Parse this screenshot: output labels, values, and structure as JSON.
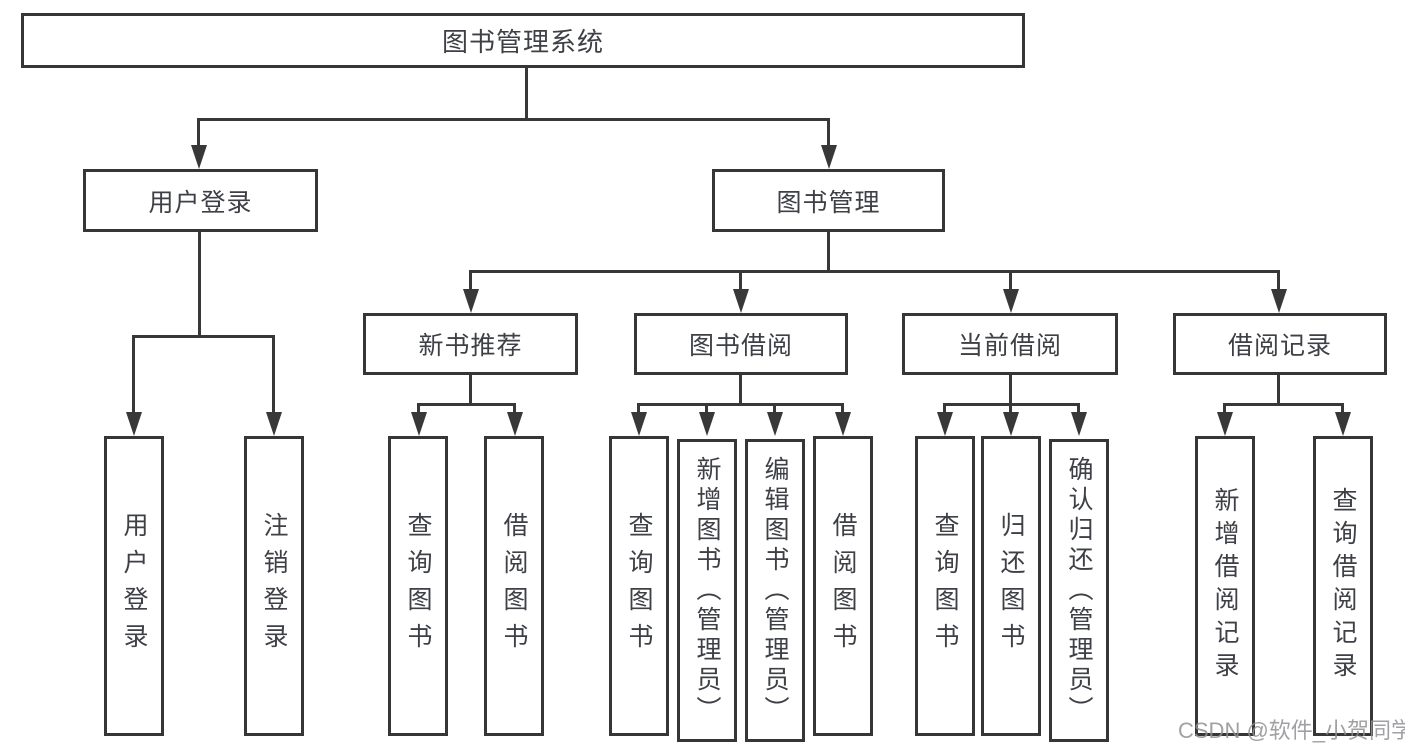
{
  "title": "图书管理系统",
  "watermark": "CSDN @软件_小贺同学",
  "colors": {
    "background": "#ffffff",
    "line": "#383838",
    "box_border": "#363636",
    "text": "#3e4046",
    "watermark": "#919194"
  },
  "tree": {
    "root": "图书管理系统",
    "children": [
      {
        "label": "用户登录",
        "children": [
          "用户登录",
          "注销登录"
        ]
      },
      {
        "label": "图书管理",
        "children": [
          {
            "label": "新书推荐",
            "children": [
              "查询图书",
              "借阅图书"
            ]
          },
          {
            "label": "图书借阅",
            "children": [
              "查询图书",
              "新增图书（管理员）",
              "编辑图书（管理员）",
              "借阅图书"
            ]
          },
          {
            "label": "当前借阅",
            "children": [
              "查询图书",
              "归还图书",
              "确认归还（管理员）"
            ]
          },
          {
            "label": "借阅记录",
            "children": [
              "新增借阅记录",
              "查询借阅记录"
            ]
          }
        ]
      }
    ]
  }
}
